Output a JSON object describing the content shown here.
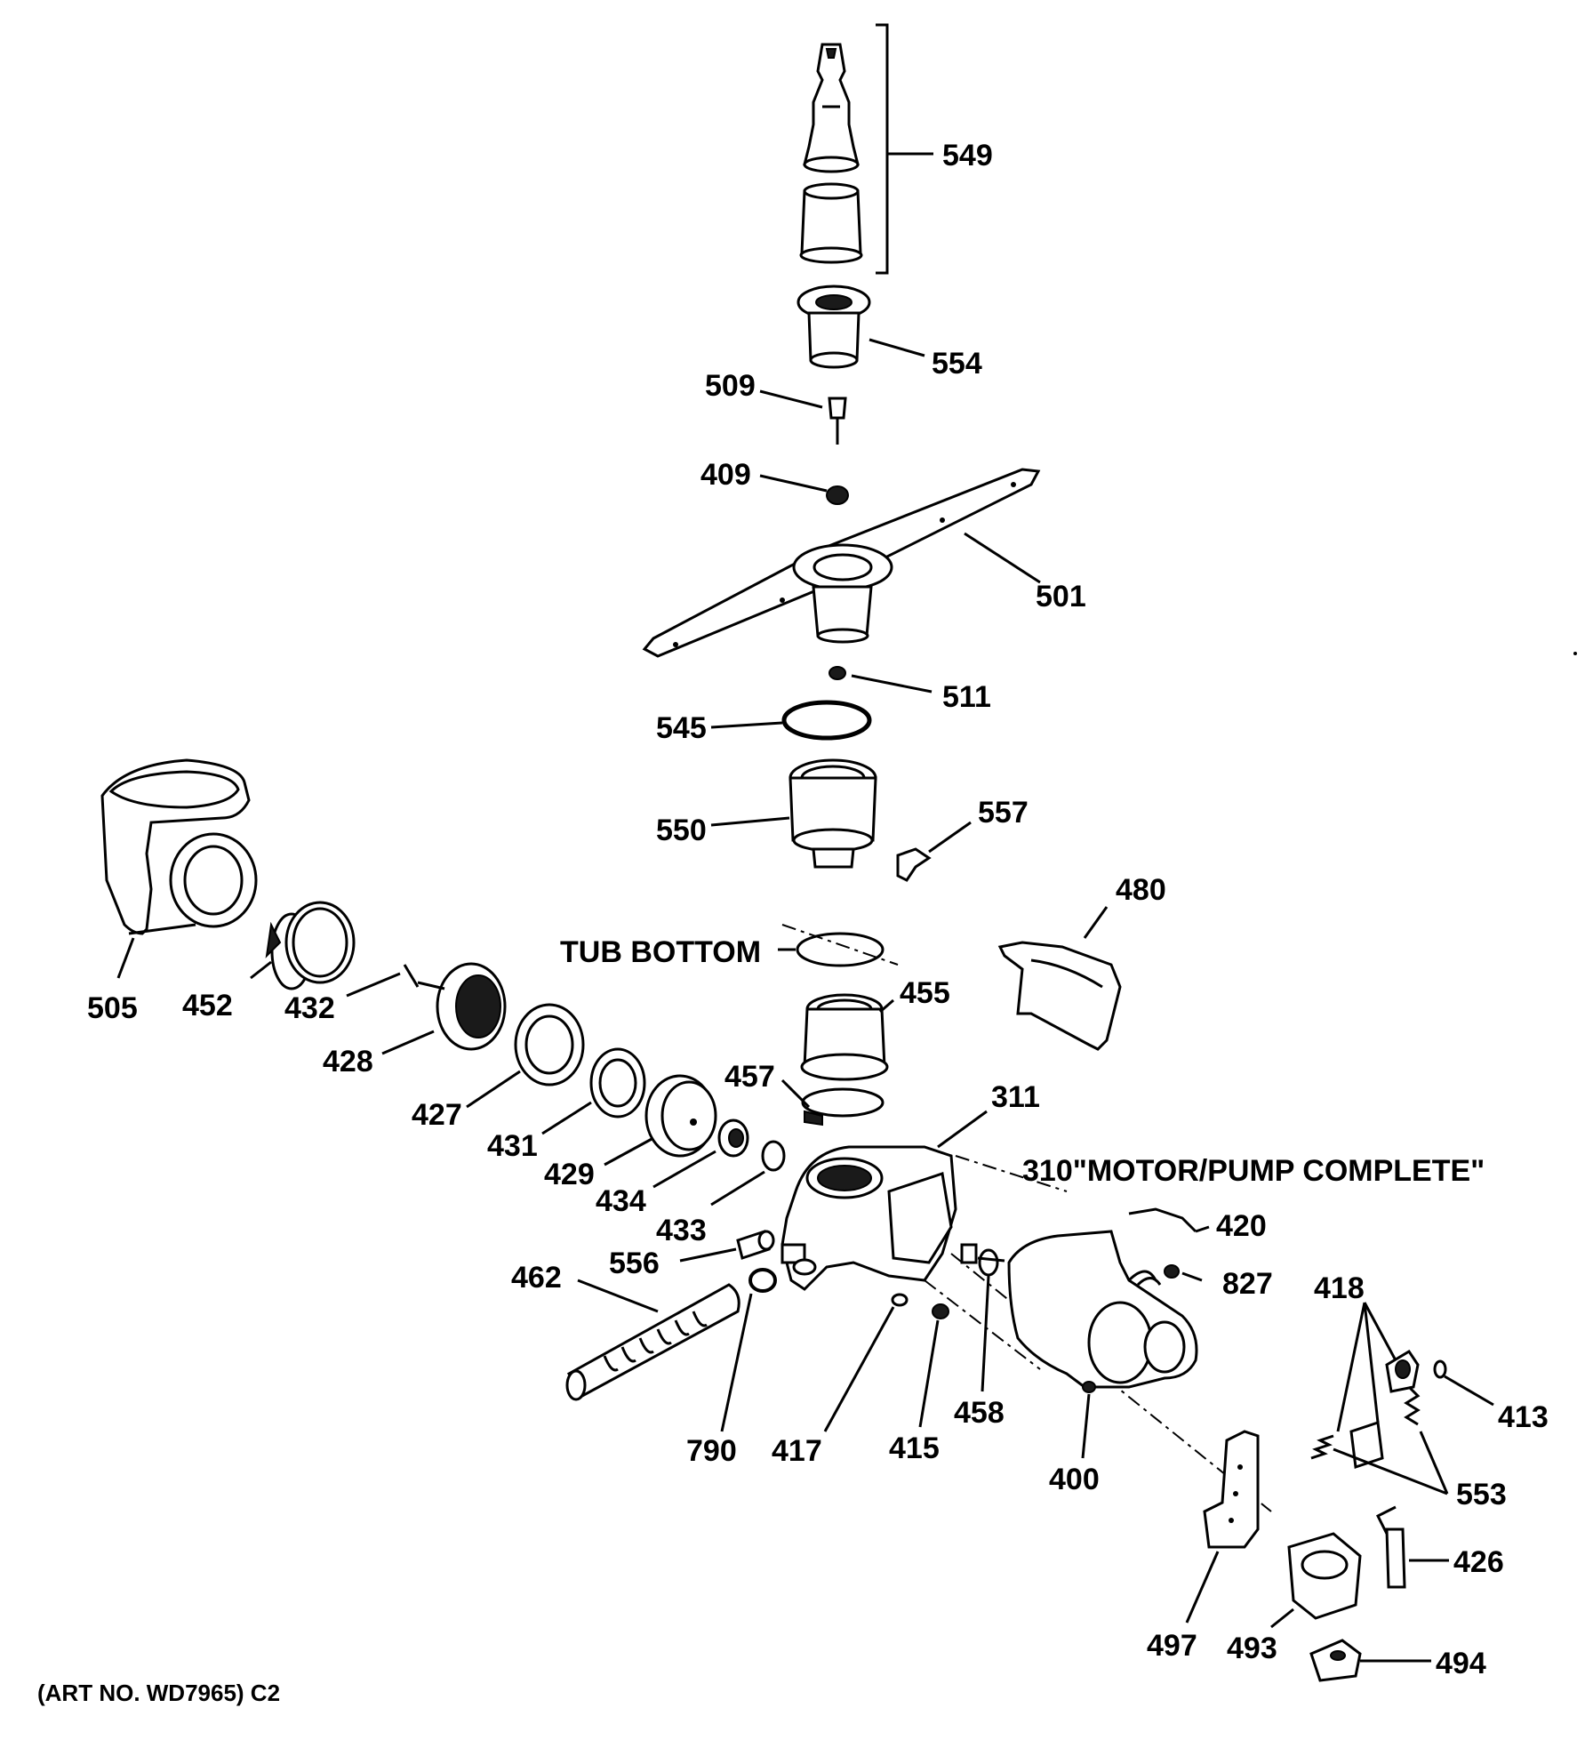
{
  "labels": {
    "l549": "549",
    "l554": "554",
    "l509": "509",
    "l409": "409",
    "l501": "501",
    "l511": "511",
    "l545": "545",
    "l550": "550",
    "l557": "557",
    "l480": "480",
    "l505": "505",
    "l452": "452",
    "l432": "432",
    "l428": "428",
    "l427": "427",
    "l431": "431",
    "l429": "429",
    "l434": "434",
    "l433": "433",
    "l455": "455",
    "l457": "457",
    "l311": "311",
    "l420": "420",
    "l827": "827",
    "l418": "418",
    "l413": "413",
    "l553": "553",
    "l426": "426",
    "l494": "494",
    "l493": "493",
    "l497": "497",
    "l400": "400",
    "l458": "458",
    "l415": "415",
    "l417": "417",
    "l790": "790",
    "l556": "556",
    "l462": "462"
  },
  "tub_bottom": "TUB BOTTOM",
  "motor_pump": "310\"MOTOR/PUMP COMPLETE\"",
  "art_no": "(ART NO. WD7965) C2"
}
